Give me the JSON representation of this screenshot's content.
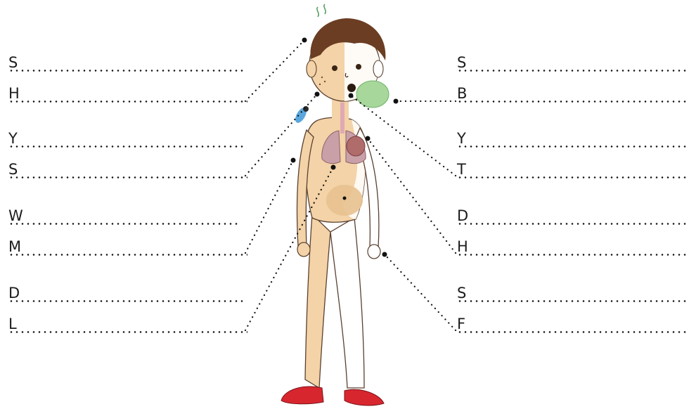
{
  "worksheet": {
    "left_labels": [
      {
        "letter": "S"
      },
      {
        "letter": "H"
      },
      {
        "letter": "Y"
      },
      {
        "letter": "S"
      },
      {
        "letter": "W"
      },
      {
        "letter": "M"
      },
      {
        "letter": "D"
      },
      {
        "letter": "L"
      }
    ],
    "right_labels": [
      {
        "letter": "S"
      },
      {
        "letter": "B"
      },
      {
        "letter": "Y"
      },
      {
        "letter": "T"
      },
      {
        "letter": "D"
      },
      {
        "letter": "H"
      },
      {
        "letter": "S"
      },
      {
        "letter": "F"
      }
    ],
    "illustration": {
      "subject": "boy-body-illustration",
      "skin_color": "#f3d3a7",
      "hair_color": "#6b3d22",
      "lung_color": "#caa0a8",
      "heart_color": "#b06b6b",
      "breath_color": "#a8d79c",
      "fly_color": "#5aa7dd",
      "shoe_color": "#d8262f",
      "smell_wave_color": "#4f9c5a"
    }
  }
}
